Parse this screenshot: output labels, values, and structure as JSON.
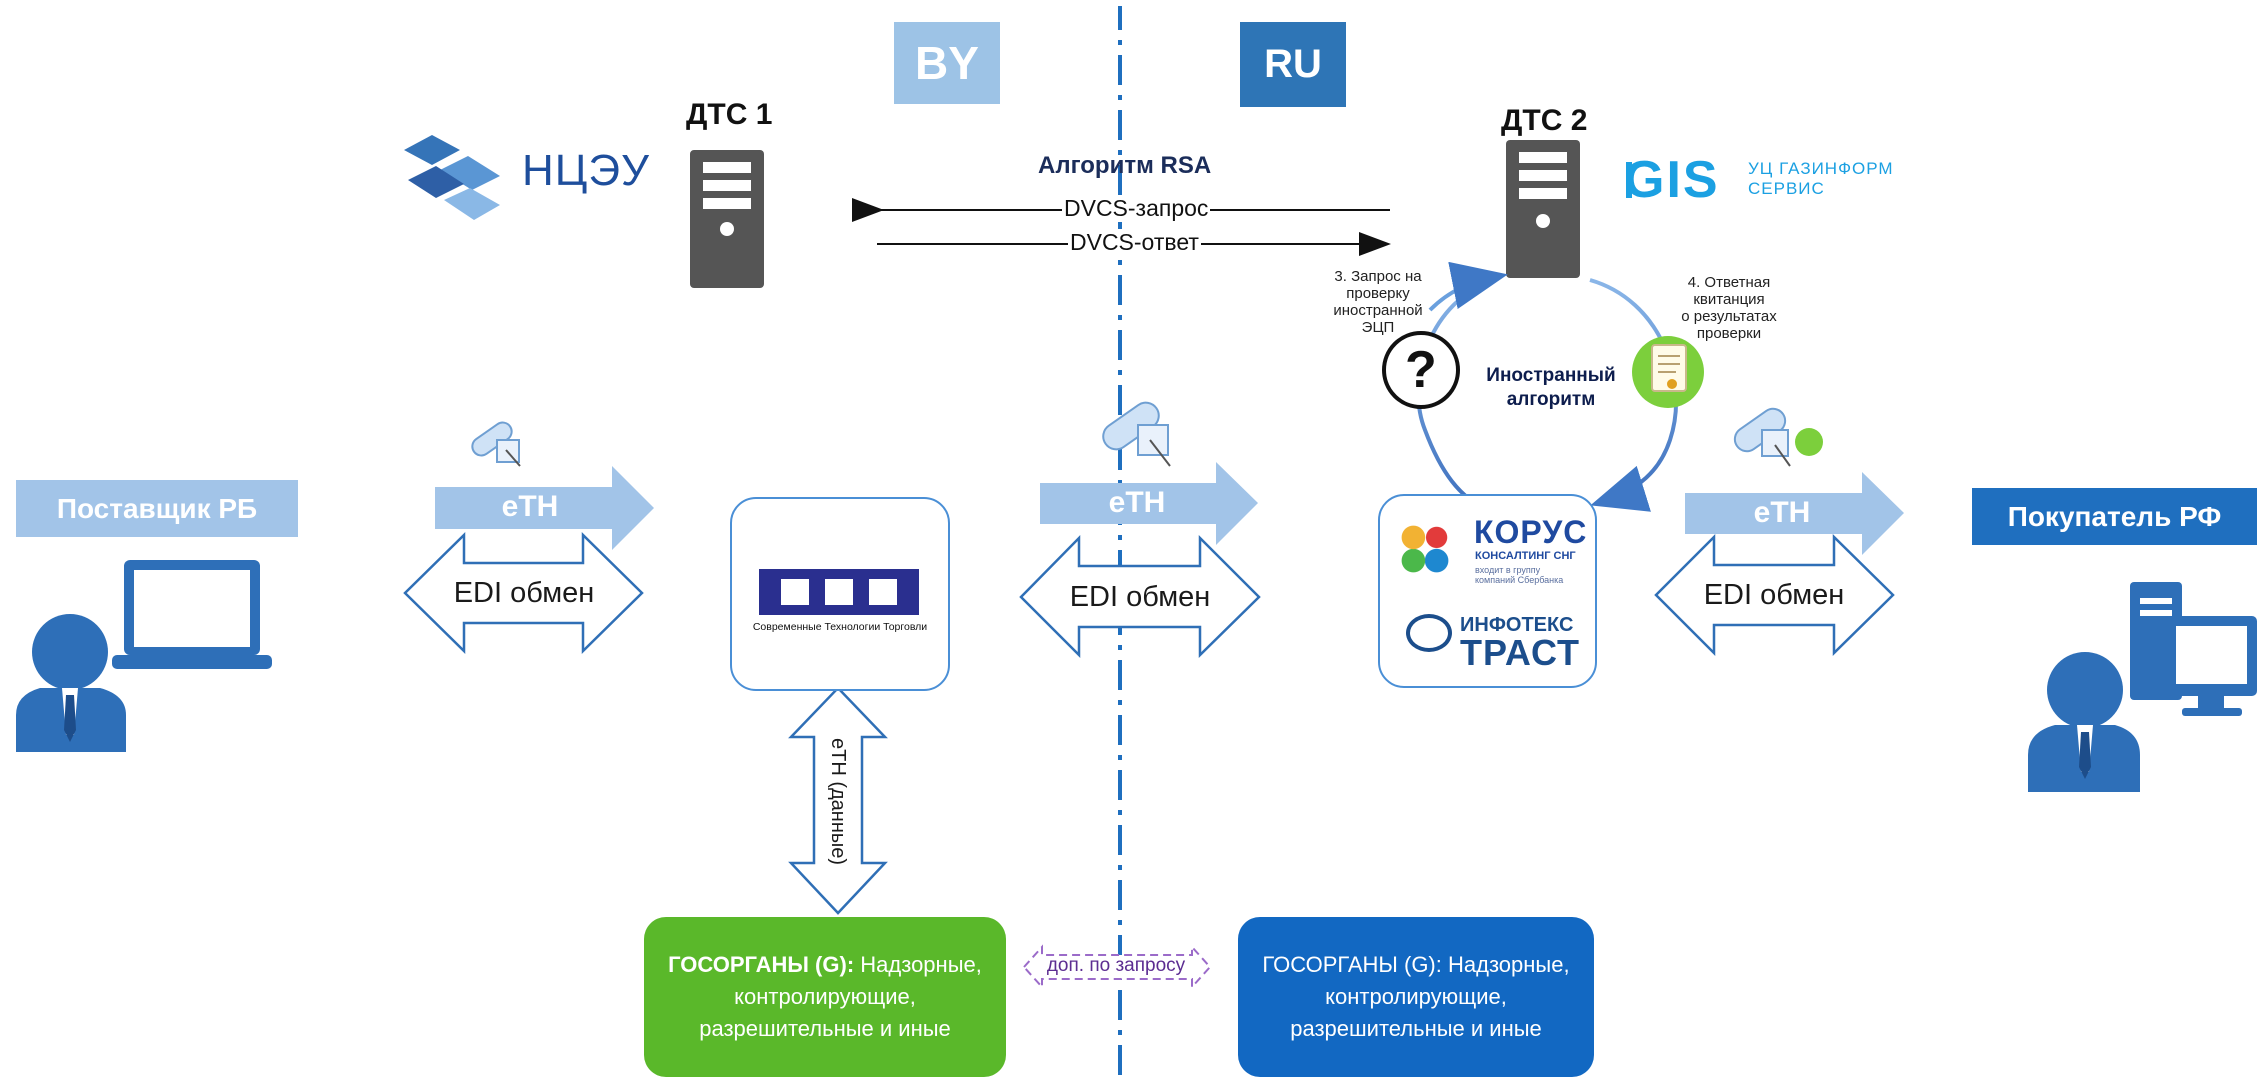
{
  "countries": {
    "left": "BY",
    "right": "RU"
  },
  "parties": {
    "supplier": "Поставщик РБ",
    "buyer": "Покупатель РФ"
  },
  "dts": {
    "left": "ДТС 1",
    "right": "ДТС 2"
  },
  "algorithm": {
    "title": "Алгоритм RSA",
    "request": "DVCS-запрос",
    "response": "DVCS-ответ"
  },
  "verification": {
    "step3": [
      "3. Запрос на",
      "проверку",
      "иностранной",
      "ЭЦП"
    ],
    "step4": [
      "4. Ответная",
      "квитанция",
      "о результатах",
      "проверки"
    ],
    "center": [
      "Иностранный",
      "алгоритм"
    ],
    "question": "?"
  },
  "eth": {
    "label": "eTH",
    "data_label": "eTH (данные)"
  },
  "edi": {
    "label": "EDI обмен"
  },
  "operators": {
    "stt_caption": "Современные Технологии Торговли",
    "korus_title": "КОРУС",
    "korus_sub": "КОНСАЛТИНГ СНГ",
    "korus_tiny": [
      "входит в группу",
      "компаний Сбербанка"
    ],
    "infotecs_top": "ИНФОТЕКС",
    "infotecs_bottom": "ТРАСТ"
  },
  "logos": {
    "ncey": "НЦЭУ",
    "gis": "GIS",
    "gis_sub": [
      "УЦ ГАЗИНФОРМ",
      "СЕРВИС"
    ]
  },
  "gov": {
    "left_bold": "ГОСОРГАНЫ (G):",
    "left_rest": " Надзорные, контролирующие, разрешительные и иные",
    "right": "ГОСОРГАНЫ (G): Надзорные, контролирующие, разрешительные и иные"
  },
  "dop": "доп. по запросу",
  "colors": {
    "light_blue": "#a2c4e8",
    "country_by": "#9dc3e6",
    "country_ru": "#2e75b6",
    "buyer": "#1f6fbf",
    "green": "#5ab82a",
    "dark_blue": "#1268c2",
    "divider": "#1f6fbf"
  }
}
